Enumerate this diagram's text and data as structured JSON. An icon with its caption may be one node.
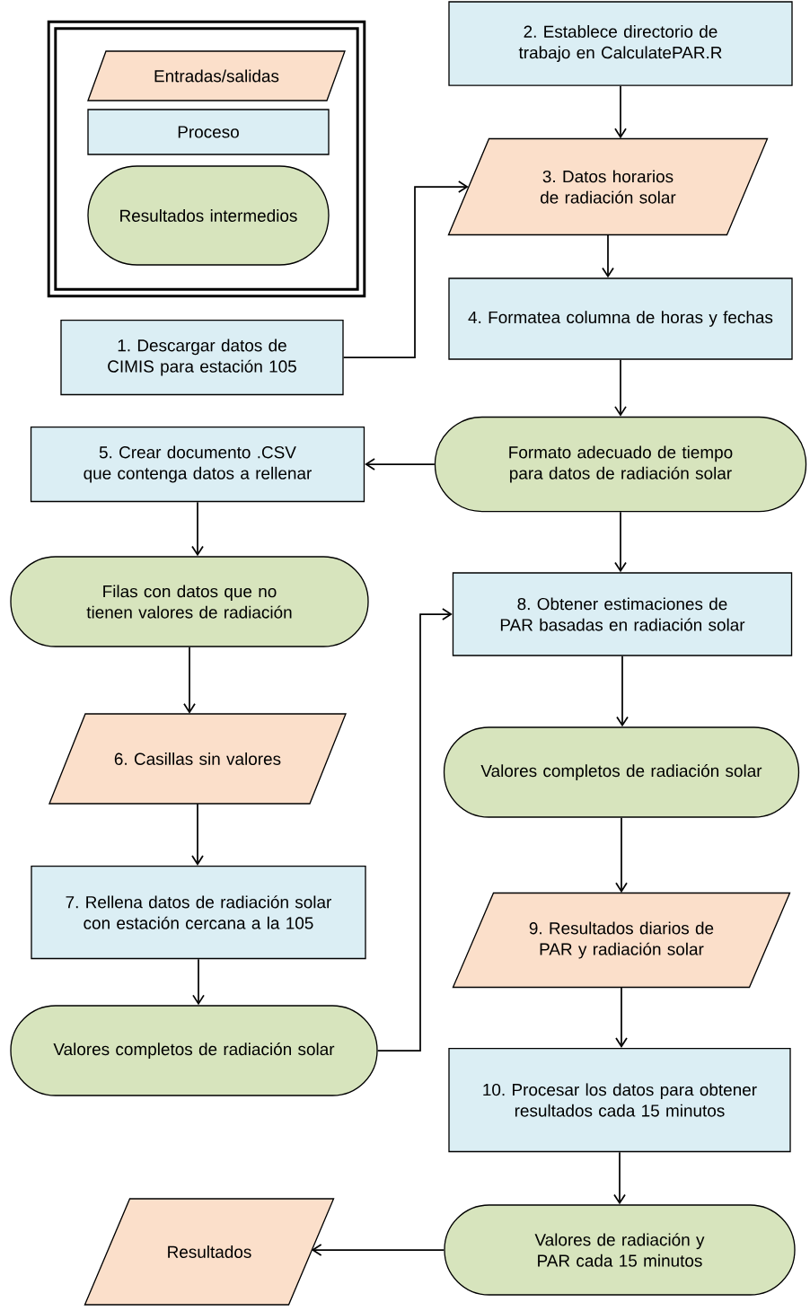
{
  "diagram": {
    "nodes": [
      {
        "text": [],
        "shape": "box"
      },
      {
        "text": [
          "Entradas/salidas"
        ],
        "in": 0
      },
      {
        "text": [
          "Proceso"
        ],
        "in": 0
      },
      {
        "text": [
          "Resultados intermedios"
        ],
        "in": 0
      },
      {
        "text": [
          "2. Establece directorio de trabajo en CalculatePAR.R"
        ]
      },
      {
        "text": [
          "3. Datos horarios de radiación solar"
        ]
      },
      {
        "text": [
          "4. Formatea columna de horas y fechas"
        ]
      },
      {
        "text": [
          "1. Descargar datos de CIMIS para estación 105"
        ]
      },
      {
        "text": [
          "5. Crear documento .CSV que contenga datos a rellenar"
        ]
      },
      {
        "text": [
          "Formato adecuado de tiempo para datos de radiación solar"
        ]
      },
      {
        "text": [
          "Filas con datos que no tienen valores de radiación"
        ]
      },
      {
        "text": [
          "8. Obtener estimaciones de PAR basadas en radiación solar"
        ]
      },
      {
        "text": [
          "6. Casillas sin valores"
        ]
      },
      {
        "text": [
          "Valores completos de radiación solar"
        ]
      },
      {
        "text": [
          "7. Rellena datos de radiación solar con estación cercana a la 105"
        ]
      },
      {
        "text": [
          "9. Resultados diarios de PAR y radiación solar"
        ]
      },
      {
        "text": [
          "Valores completos de radiación solar"
        ]
      },
      {
        "text": [
          "10. Procesar los datos para obtener resultados cada 15 minutos"
        ]
      },
      {
        "text": [
          "Resultados"
        ]
      },
      {
        "text": [
          "Valores de radiación y PAR cada 15 minutos"
        ]
      }
    ],
    "edges": [
      {
        "from": 4,
        "to": 5,
        "arrow": "to"
      },
      {
        "from": 7,
        "to": 5,
        "arrow": "to"
      },
      {
        "from": 5,
        "to": 6,
        "arrow": "to"
      },
      {
        "from": 6,
        "to": 9,
        "arrow": "to"
      },
      {
        "from": 9,
        "to": 8,
        "arrow": "to"
      },
      {
        "from": 8,
        "to": 10,
        "arrow": "to"
      },
      {
        "from": 9,
        "to": 11,
        "arrow": "to"
      },
      {
        "from": 10,
        "to": 12,
        "arrow": "to"
      },
      {
        "from": 12,
        "to": 14,
        "arrow": "to"
      },
      {
        "from": 14,
        "to": 16,
        "arrow": "to"
      },
      {
        "from": 16,
        "to": 11,
        "arrow": "to"
      },
      {
        "from": 11,
        "to": 13,
        "arrow": "to"
      },
      {
        "from": 13,
        "to": 15,
        "arrow": "to"
      },
      {
        "from": 15,
        "to": 17,
        "arrow": "to"
      },
      {
        "from": 17,
        "to": 19,
        "arrow": "to"
      },
      {
        "from": 19,
        "to": 18,
        "arrow": "to"
      }
    ]
  }
}
